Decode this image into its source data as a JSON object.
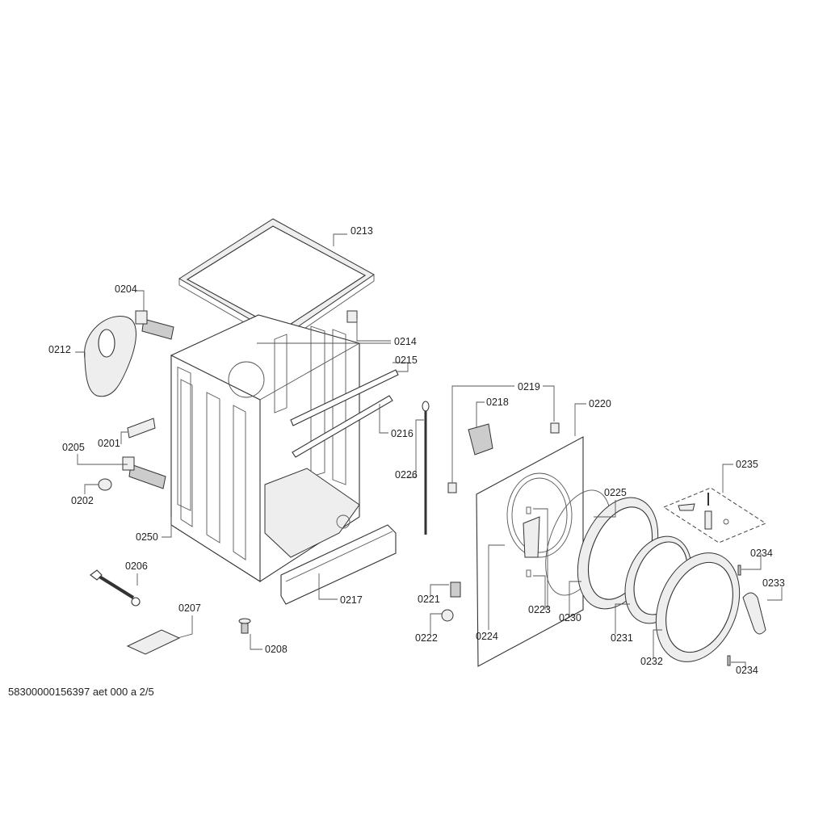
{
  "footer": "58300000156397 aet 000 a 2/5",
  "labels": {
    "p0213": "0213",
    "p0204": "0204",
    "p0212": "0212",
    "p0214": "0214",
    "p0215": "0215",
    "p0201": "0201",
    "p0216": "0216",
    "p0205": "0205",
    "p0226": "0226",
    "p0202": "0202",
    "p0250": "0250",
    "p0206": "0206",
    "p0207": "0207",
    "p0217": "0217",
    "p0208": "0208",
    "p0219": "0219",
    "p0218": "0218",
    "p0220": "0220",
    "p0235": "0235",
    "p0225": "0225",
    "p0234a": "0234",
    "p0233": "0233",
    "p0221": "0221",
    "p0223": "0223",
    "p0230": "0230",
    "p0222": "0222",
    "p0224": "0224",
    "p0231": "0231",
    "p0232": "0232",
    "p0234b": "0234"
  }
}
